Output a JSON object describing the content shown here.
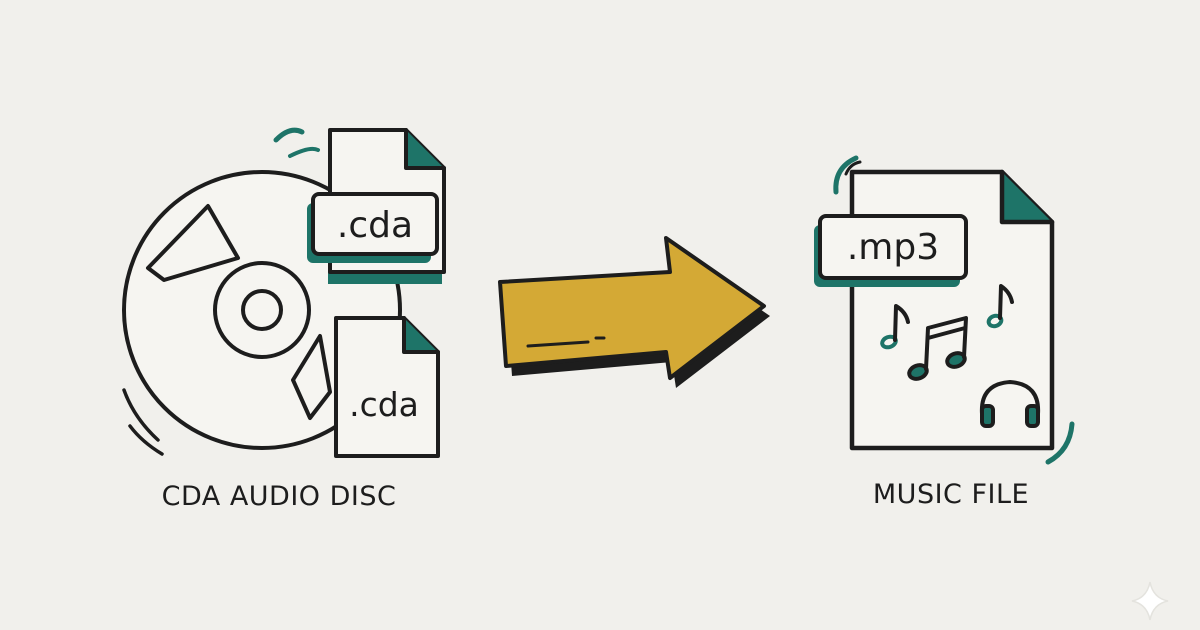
{
  "source": {
    "caption": "CDA AUDIO DISC",
    "file_top_ext": ".cda",
    "file_bottom_ext": ".cda"
  },
  "target": {
    "caption": "MUSIC FILE",
    "file_ext": ".mp3"
  },
  "colors": {
    "background": "#f1f0ec",
    "ink": "#1d1d1d",
    "accent_teal": "#1e7468",
    "arrow_gold": "#d4a935",
    "paper": "#f6f5f1"
  },
  "icons": [
    "cd-disc-icon",
    "cda-file-icon",
    "arrow-right-icon",
    "mp3-file-icon",
    "music-note-icon",
    "headphones-icon",
    "sparkle-icon"
  ]
}
